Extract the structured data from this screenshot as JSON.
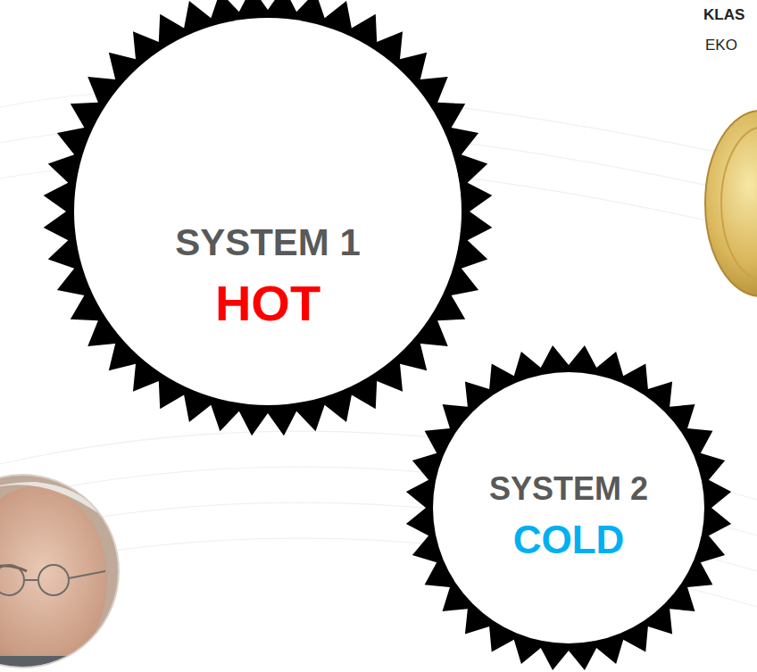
{
  "diagram": {
    "nodes": [
      {
        "text": [
          "SYSTEM 1",
          "HOT"
        ]
      },
      {
        "text": [
          "SYSTEM 2",
          "COLD"
        ]
      }
    ],
    "labels": [
      "KLAS",
      "EKO"
    ]
  }
}
